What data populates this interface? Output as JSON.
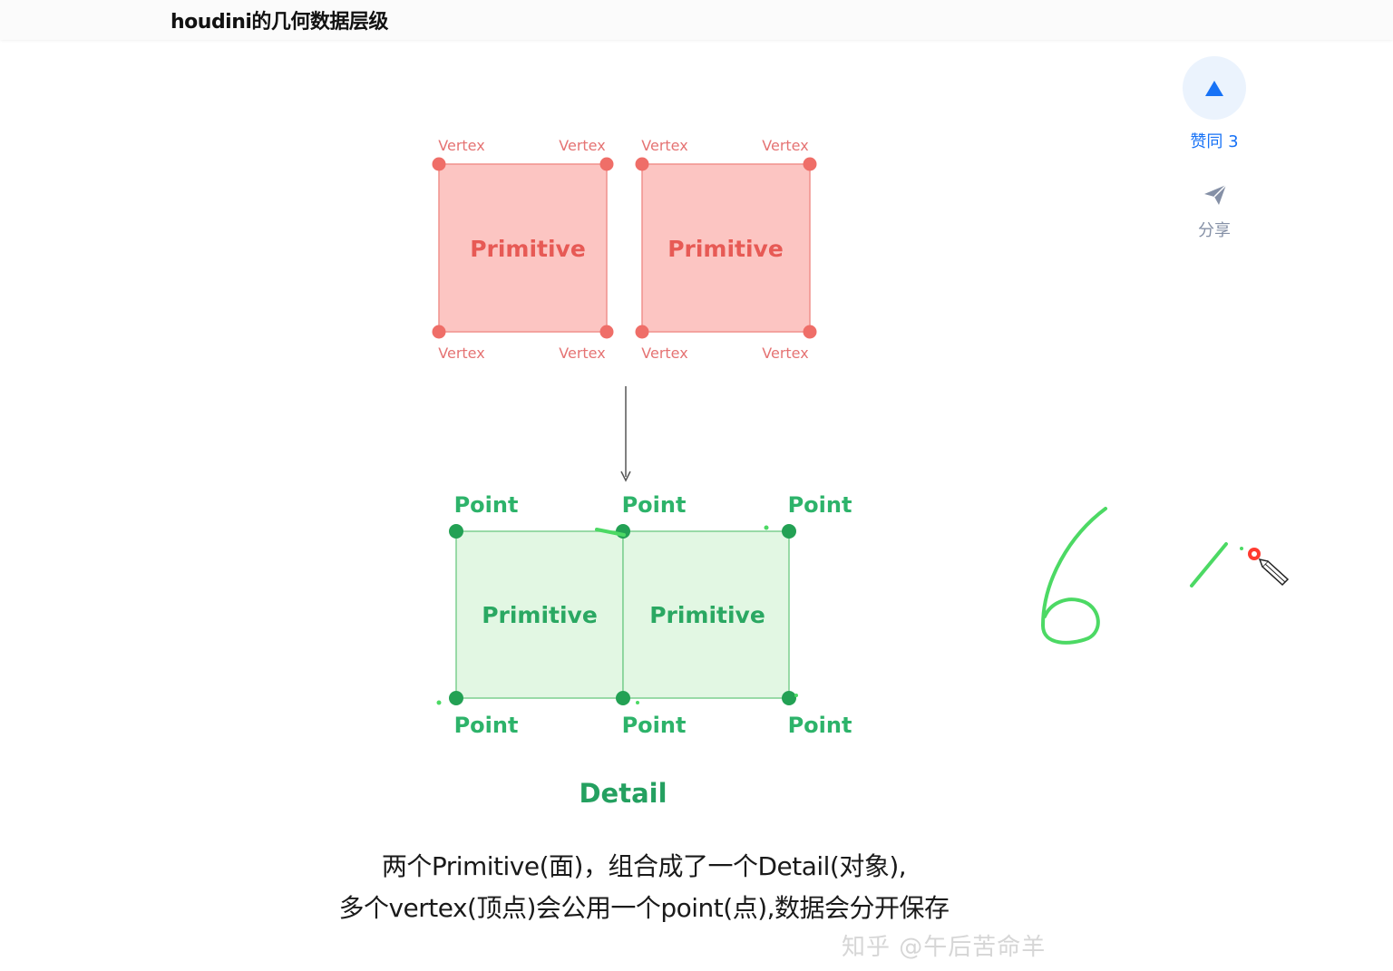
{
  "header": {
    "title": "houdini的几何数据层级"
  },
  "actions": {
    "vote_label": "赞同 3",
    "share_label": "分享",
    "accent_color": "#1772f6",
    "icons": [
      "upvote-triangle-icon",
      "paper-plane-icon",
      "pencil-cursor-icon"
    ]
  },
  "diagram": {
    "vertex_label": "Vertex",
    "primitive_label": "Primitive",
    "point_label": "Point",
    "detail_label": "Detail",
    "colors": {
      "vertex": "#e75a55",
      "point": "#2aa862"
    }
  },
  "caption": {
    "line1": "两个Primitive(面)，组合成了一个Detail(对象),",
    "line2": "多个vertex(顶点)会公用一个point(点),数据会分开保存"
  },
  "watermark": "知乎 @午后苦命羊"
}
